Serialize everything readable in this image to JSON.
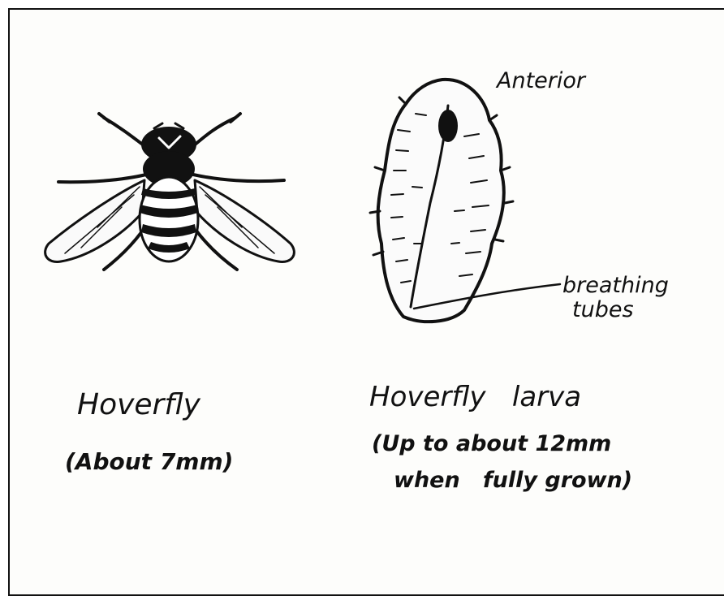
{
  "labels": {
    "anterior": "Anterior",
    "breathing": "breathing",
    "tubes": "tubes",
    "hoverfly_title": "Hoverfly",
    "hoverfly_size": "(About 7mm)",
    "larva_title": "Hoverfly   larva",
    "larva_size_1": "(Up to about 12mm",
    "larva_size_2": "when   fully grown)"
  },
  "colors": {
    "ink": "#111111",
    "paper": "#fdfdfb"
  }
}
